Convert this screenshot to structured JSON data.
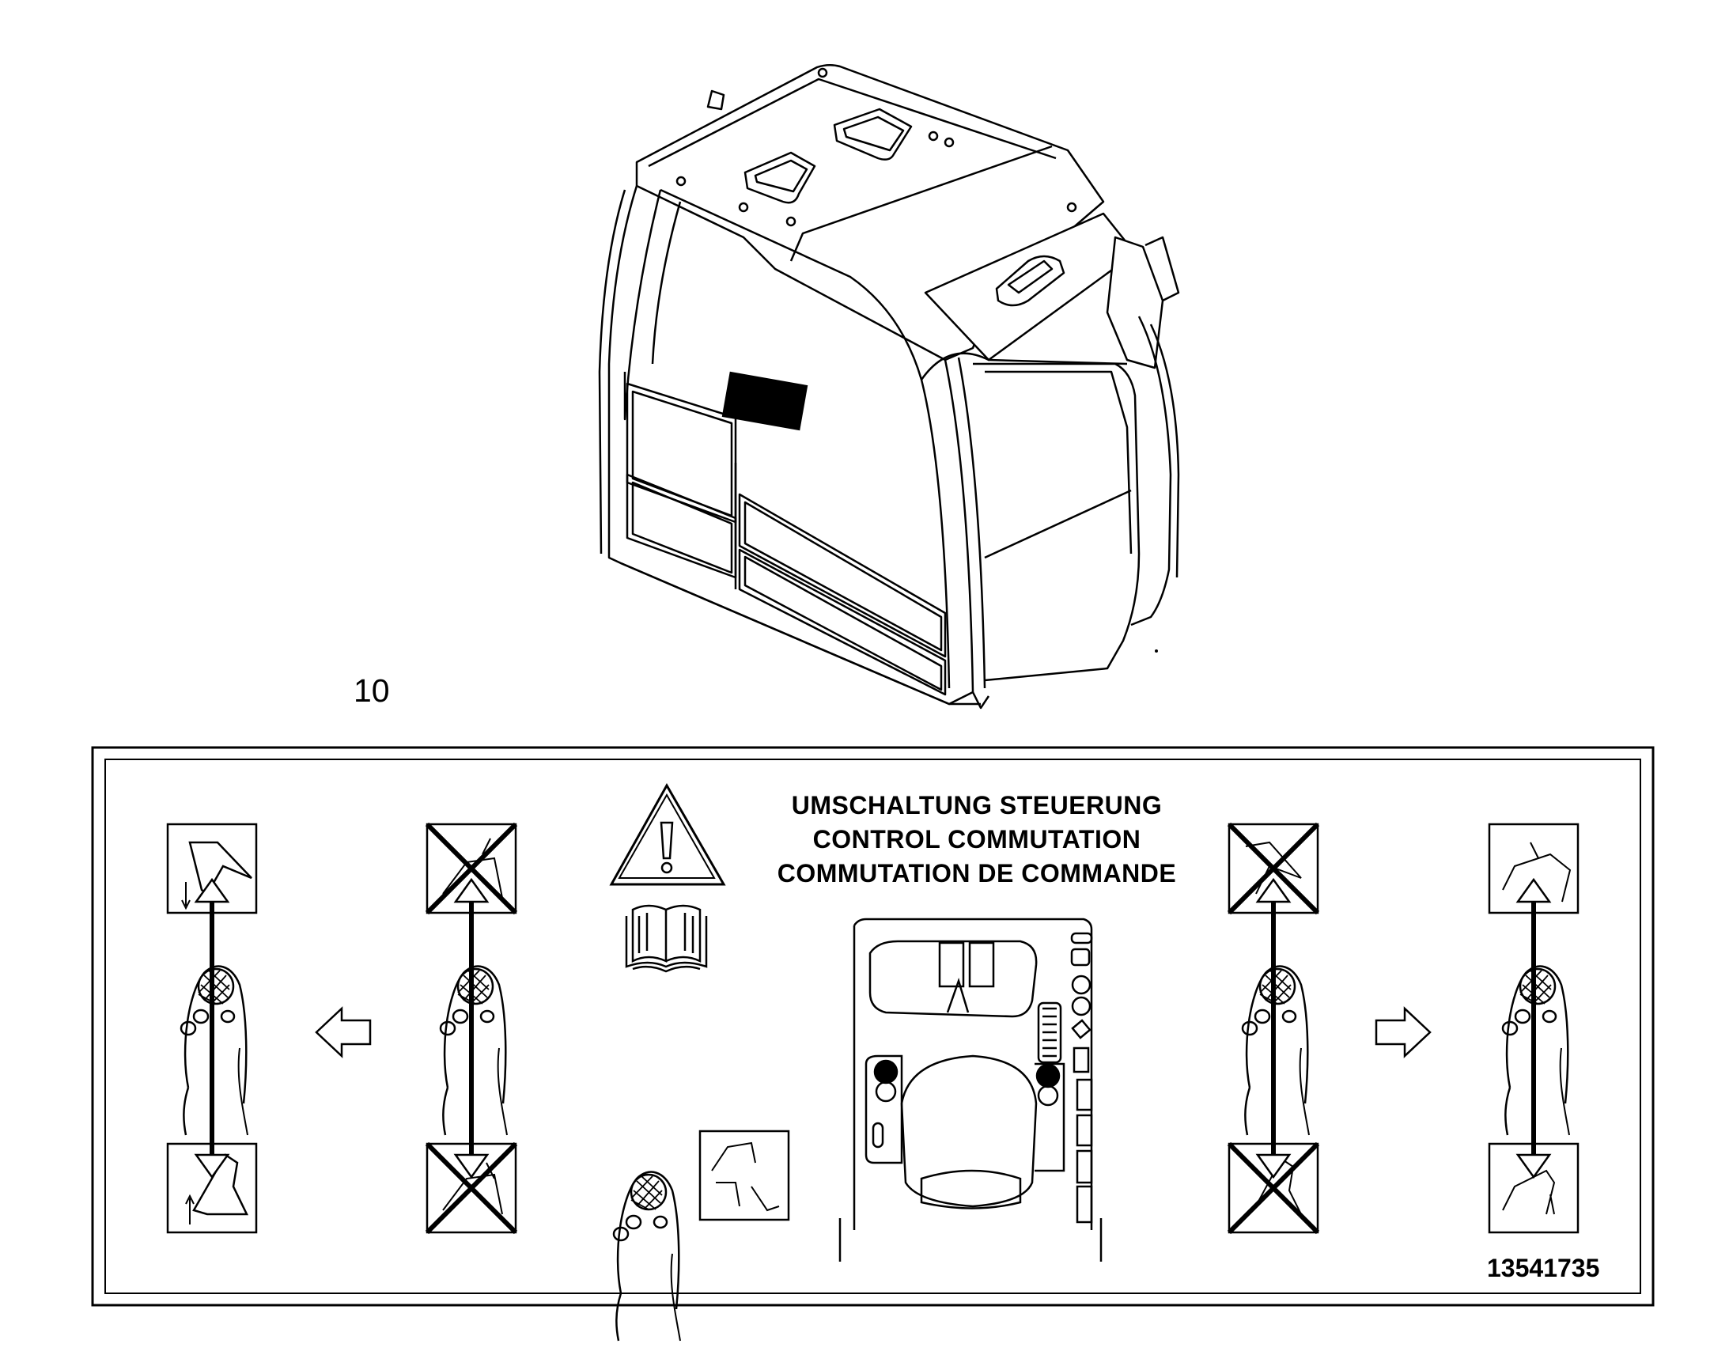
{
  "callout_number": "10",
  "decal": {
    "title_lines": [
      "UMSCHALTUNG STEUERUNG",
      "CONTROL COMMUTATION",
      "COMMUTATION DE COMMANDE"
    ],
    "part_number": "13541735"
  },
  "icons": {
    "warning": "warning-triangle-icon",
    "manual": "operator-manual-icon",
    "arrow_left": "arrow-left-icon",
    "arrow_right": "arrow-right-icon"
  }
}
